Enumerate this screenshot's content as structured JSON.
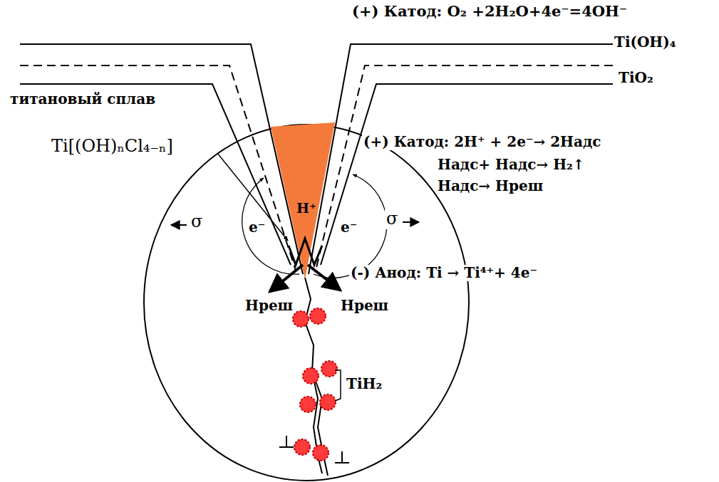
{
  "diagram": {
    "labels": [
      "(+) Катод: O₂ +2H₂O+4e⁻=4OH⁻",
      "Ti(OH)₄",
      "TiO₂",
      "титановый сплав",
      "Ti[(OH)ₙCl₄₋ₙ]",
      "(+) Катод: 2H⁺ + 2e⁻→ 2Hадс",
      "Hадс+ Hадс→ H₂↑",
      "Hадс→ Hреш",
      "H⁺",
      "e⁻",
      "e⁻",
      "σ",
      "σ",
      "(-) Анод: Ti → Ti⁴⁺+ 4e⁻",
      "Hреш",
      "Hреш",
      "TiH₂"
    ]
  }
}
